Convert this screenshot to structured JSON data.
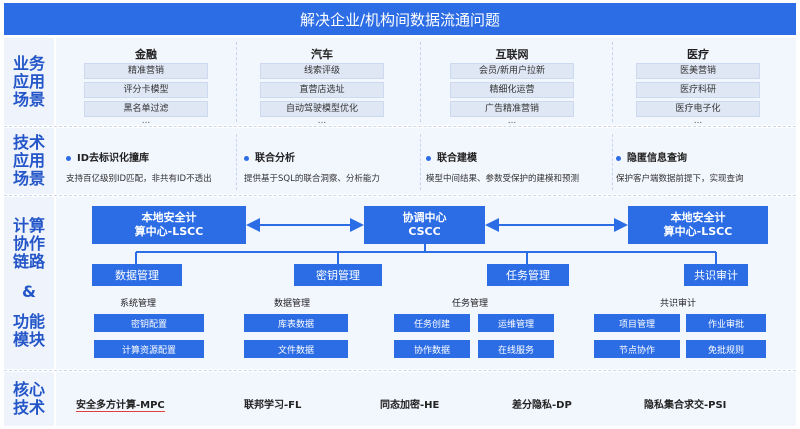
{
  "title": "解决企业/机构间数据流通问题",
  "left_labels": {
    "business": [
      "业务",
      "应用",
      "场景"
    ],
    "tech": [
      "技术",
      "应用",
      "场景"
    ],
    "compute": [
      "计算",
      "协作",
      "链路",
      "&",
      "功能",
      "模块"
    ],
    "core": [
      "核心",
      "技术"
    ]
  },
  "business": [
    {
      "name": "金融",
      "items": [
        "精准营销",
        "评分卡模型",
        "黑名单过滤",
        "..."
      ]
    },
    {
      "name": "汽车",
      "items": [
        "线索评级",
        "直营店选址",
        "自动驾驶模型优化",
        "..."
      ]
    },
    {
      "name": "互联网",
      "items": [
        "会员/新用户拉新",
        "精细化运营",
        "广告精准营销",
        "..."
      ]
    },
    {
      "name": "医疗",
      "items": [
        "医美营销",
        "医疗科研",
        "医疗电子化",
        "..."
      ]
    }
  ],
  "tech": [
    {
      "name": "ID去标识化撞库",
      "desc": "支持百亿级别ID匹配，非共有ID不透出"
    },
    {
      "name": "联合分析",
      "desc": "提供基于SQL的联合洞察、分析能力"
    },
    {
      "name": "联合建模",
      "desc": "模型中间结果、参数受保护的建模和预测"
    },
    {
      "name": "隐匿信息查询",
      "desc": "保护客户端数据前提下，实现查询"
    }
  ],
  "compute": {
    "lscc_left": [
      "本地安全计",
      "算中心-LSCC"
    ],
    "cscc": [
      "协调中心",
      "CSCC"
    ],
    "lscc_right": [
      "本地安全计",
      "算中心-LSCC"
    ],
    "modules": [
      "数据管理",
      "密钥管理",
      "任务管理",
      "共识审计"
    ],
    "groups": [
      {
        "title": "系统管理",
        "items": [
          "密钥配置",
          "计算资源配置"
        ]
      },
      {
        "title": "数据管理",
        "items": [
          "库表数据",
          "文件数据"
        ]
      },
      {
        "title": "任务管理",
        "items": [
          "任务创建",
          "运维管理",
          "协作数据",
          "在线服务"
        ]
      },
      {
        "title": "共识审计",
        "items": [
          "项目管理",
          "作业审批",
          "节点协作",
          "免批规则"
        ]
      }
    ]
  },
  "core": [
    "安全多方计算-MPC",
    "联邦学习-FL",
    "同态加密-HE",
    "差分隐私-DP",
    "隐私集合求交-PSI"
  ],
  "colors": {
    "accent": "#2c6de6",
    "panel": "#f2f6fd",
    "label_bg": "#eef3fc",
    "label_text": "#2456c8"
  }
}
